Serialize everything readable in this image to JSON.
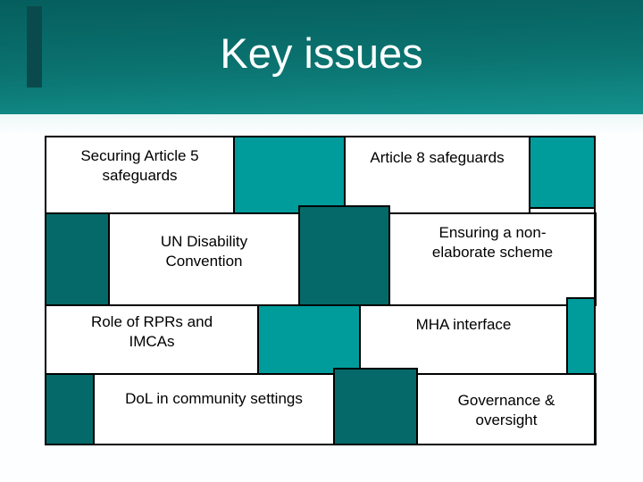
{
  "title": "Key issues",
  "colors": {
    "header_top": "#055e5d",
    "header_bottom": "#13918d",
    "accent_teal": "#009c9c",
    "accent_dark": "#066969",
    "accent_bar": "#0b4a4c",
    "line": "#000000",
    "text": "#000000",
    "title_text": "#fbffff"
  },
  "rows": [
    {
      "cells": [
        {
          "type": "label",
          "label": "Securing Article 5\nsafeguards"
        },
        {
          "type": "teal"
        },
        {
          "type": "label",
          "label": "Article 8 safeguards"
        },
        {
          "type": "teal"
        }
      ]
    },
    {
      "cells": [
        {
          "type": "dark"
        },
        {
          "type": "label",
          "label": "UN Disability\nConvention"
        },
        {
          "type": "dark"
        },
        {
          "type": "label",
          "label": "Ensuring a non-\nelaborate scheme"
        }
      ]
    },
    {
      "cells": [
        {
          "type": "label",
          "label": "Role of RPRs and\nIMCAs"
        },
        {
          "type": "teal"
        },
        {
          "type": "label",
          "label": "MHA interface"
        },
        {
          "type": "teal"
        }
      ]
    },
    {
      "cells": [
        {
          "type": "dark"
        },
        {
          "type": "label",
          "label": "DoL in community settings"
        },
        {
          "type": "dark"
        },
        {
          "type": "label",
          "label": "Governance &\noversight"
        }
      ]
    }
  ]
}
